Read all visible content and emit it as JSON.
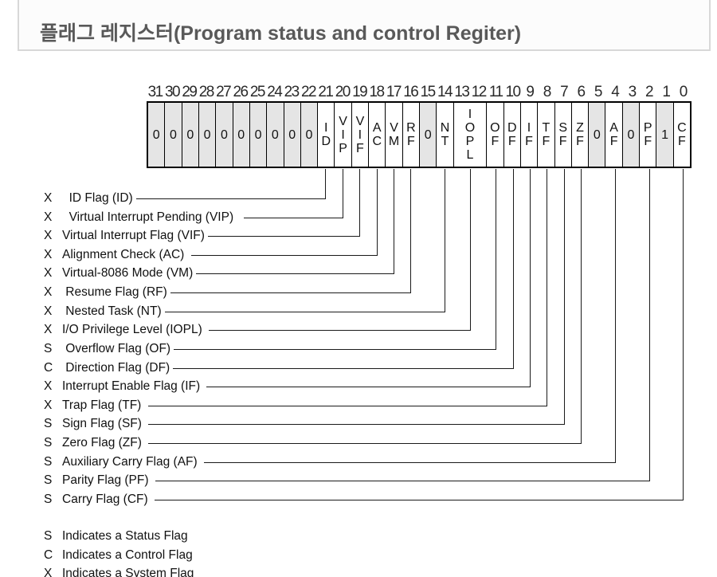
{
  "title": "플래그 레지스터(Program status and control Regiter)",
  "register": {
    "bit_numbers": [
      "31",
      "30",
      "29",
      "28",
      "27",
      "26",
      "25",
      "24",
      "23",
      "22",
      "21",
      "20",
      "19",
      "18",
      "17",
      "16",
      "15",
      "14",
      "13",
      "12",
      "11",
      "10",
      "9",
      "8",
      "7",
      "6",
      "5",
      "4",
      "3",
      "2",
      "1",
      "0"
    ],
    "fields": [
      {
        "bits": "31",
        "label": "0",
        "shaded": true
      },
      {
        "bits": "30",
        "label": "0",
        "shaded": true
      },
      {
        "bits": "29",
        "label": "0",
        "shaded": true
      },
      {
        "bits": "28",
        "label": "0",
        "shaded": true
      },
      {
        "bits": "27",
        "label": "0",
        "shaded": true
      },
      {
        "bits": "26",
        "label": "0",
        "shaded": true
      },
      {
        "bits": "25",
        "label": "0",
        "shaded": true
      },
      {
        "bits": "24",
        "label": "0",
        "shaded": true
      },
      {
        "bits": "23",
        "label": "0",
        "shaded": true
      },
      {
        "bits": "22",
        "label": "0",
        "shaded": true
      },
      {
        "bits": "21",
        "label": "ID",
        "shaded": false
      },
      {
        "bits": "20",
        "label": "VIP",
        "shaded": false
      },
      {
        "bits": "19",
        "label": "VIF",
        "shaded": false
      },
      {
        "bits": "18",
        "label": "AC",
        "shaded": false
      },
      {
        "bits": "17",
        "label": "VM",
        "shaded": false
      },
      {
        "bits": "16",
        "label": "RF",
        "shaded": false
      },
      {
        "bits": "15",
        "label": "0",
        "shaded": true
      },
      {
        "bits": "14",
        "label": "NT",
        "shaded": false
      },
      {
        "bits": "13-12",
        "label": "IOPL",
        "shaded": false,
        "span": 2
      },
      {
        "bits": "11",
        "label": "OF",
        "shaded": false
      },
      {
        "bits": "10",
        "label": "DF",
        "shaded": false
      },
      {
        "bits": "9",
        "label": "IF",
        "shaded": false
      },
      {
        "bits": "8",
        "label": "TF",
        "shaded": false
      },
      {
        "bits": "7",
        "label": "SF",
        "shaded": false
      },
      {
        "bits": "6",
        "label": "ZF",
        "shaded": false
      },
      {
        "bits": "5",
        "label": "0",
        "shaded": true
      },
      {
        "bits": "4",
        "label": "AF",
        "shaded": false
      },
      {
        "bits": "3",
        "label": "0",
        "shaded": true
      },
      {
        "bits": "2",
        "label": "PF",
        "shaded": false
      },
      {
        "bits": "1",
        "label": "1",
        "shaded": true
      },
      {
        "bits": "0",
        "label": "CF",
        "shaded": false
      }
    ]
  },
  "flags": [
    {
      "type": "X",
      "name": "  ID Flag (ID)",
      "id": "ID",
      "bit": 21
    },
    {
      "type": "X",
      "name": "  Virtual Interrupt Pending (VIP)  ",
      "id": "VIP",
      "bit": 20
    },
    {
      "type": "X",
      "name": "Virtual Interrupt Flag (VIF)",
      "id": "VIF",
      "bit": 19
    },
    {
      "type": "X",
      "name": "Alignment Check (AC) ",
      "id": "AC",
      "bit": 18
    },
    {
      "type": "X",
      "name": "Virtual-8086 Mode (VM)",
      "id": "VM",
      "bit": 17
    },
    {
      "type": "X",
      "name": " Resume Flag (RF)",
      "id": "RF",
      "bit": 16
    },
    {
      "type": "X",
      "name": " Nested Task (NT)",
      "id": "NT",
      "bit": 14
    },
    {
      "type": "X",
      "name": "I/O Privilege Level (IOPL) ",
      "id": "IOPL",
      "bit": 12.5
    },
    {
      "type": "S",
      "name": " Overflow Flag (OF)",
      "id": "OF",
      "bit": 11
    },
    {
      "type": "C",
      "name": " Direction Flag (DF)",
      "id": "DF",
      "bit": 10
    },
    {
      "type": "X",
      "name": "Interrupt Enable Flag (IF) ",
      "id": "IF",
      "bit": 9
    },
    {
      "type": "X",
      "name": "Trap Flag (TF) ",
      "id": "TF",
      "bit": 8
    },
    {
      "type": "S",
      "name": "Sign Flag (SF) ",
      "id": "SF",
      "bit": 7
    },
    {
      "type": "S",
      "name": "Zero Flag (ZF) ",
      "id": "ZF",
      "bit": 6
    },
    {
      "type": "S",
      "name": "Auxiliary Carry Flag (AF) ",
      "id": "AF",
      "bit": 4
    },
    {
      "type": "S",
      "name": "Parity Flag (PF) ",
      "id": "PF",
      "bit": 2
    },
    {
      "type": "S",
      "name": "Carry Flag (CF) ",
      "id": "CF",
      "bit": 0
    }
  ],
  "legend": [
    {
      "type": "S",
      "text": "Indicates a Status Flag"
    },
    {
      "type": "C",
      "text": "Indicates a Control Flag"
    },
    {
      "type": "X",
      "text": "Indicates a System Flag"
    }
  ],
  "colors": {
    "title_text": "#595959",
    "title_border": "#d8d8d8",
    "title_bg": "#fcfcfc",
    "cell_shade": "#e5e5e5",
    "line": "#1a1a1a"
  }
}
